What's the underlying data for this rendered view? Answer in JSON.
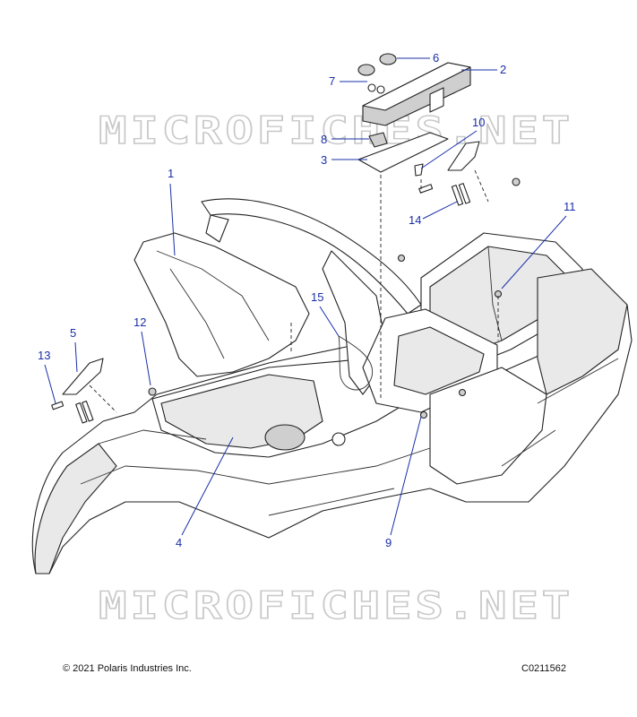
{
  "watermark": "MICROFICHES.NET",
  "callouts": [
    "1",
    "2",
    "3",
    "4",
    "5",
    "6",
    "7",
    "8",
    "9",
    "10",
    "11",
    "12",
    "13",
    "14",
    "15"
  ],
  "footer": {
    "copyright": "© 2021 Polaris Industries Inc.",
    "figure_code": "C0211562"
  },
  "colors": {
    "callout": "#1a2fa8",
    "watermark_stroke": "#c8c8c8",
    "line": "#222222"
  }
}
